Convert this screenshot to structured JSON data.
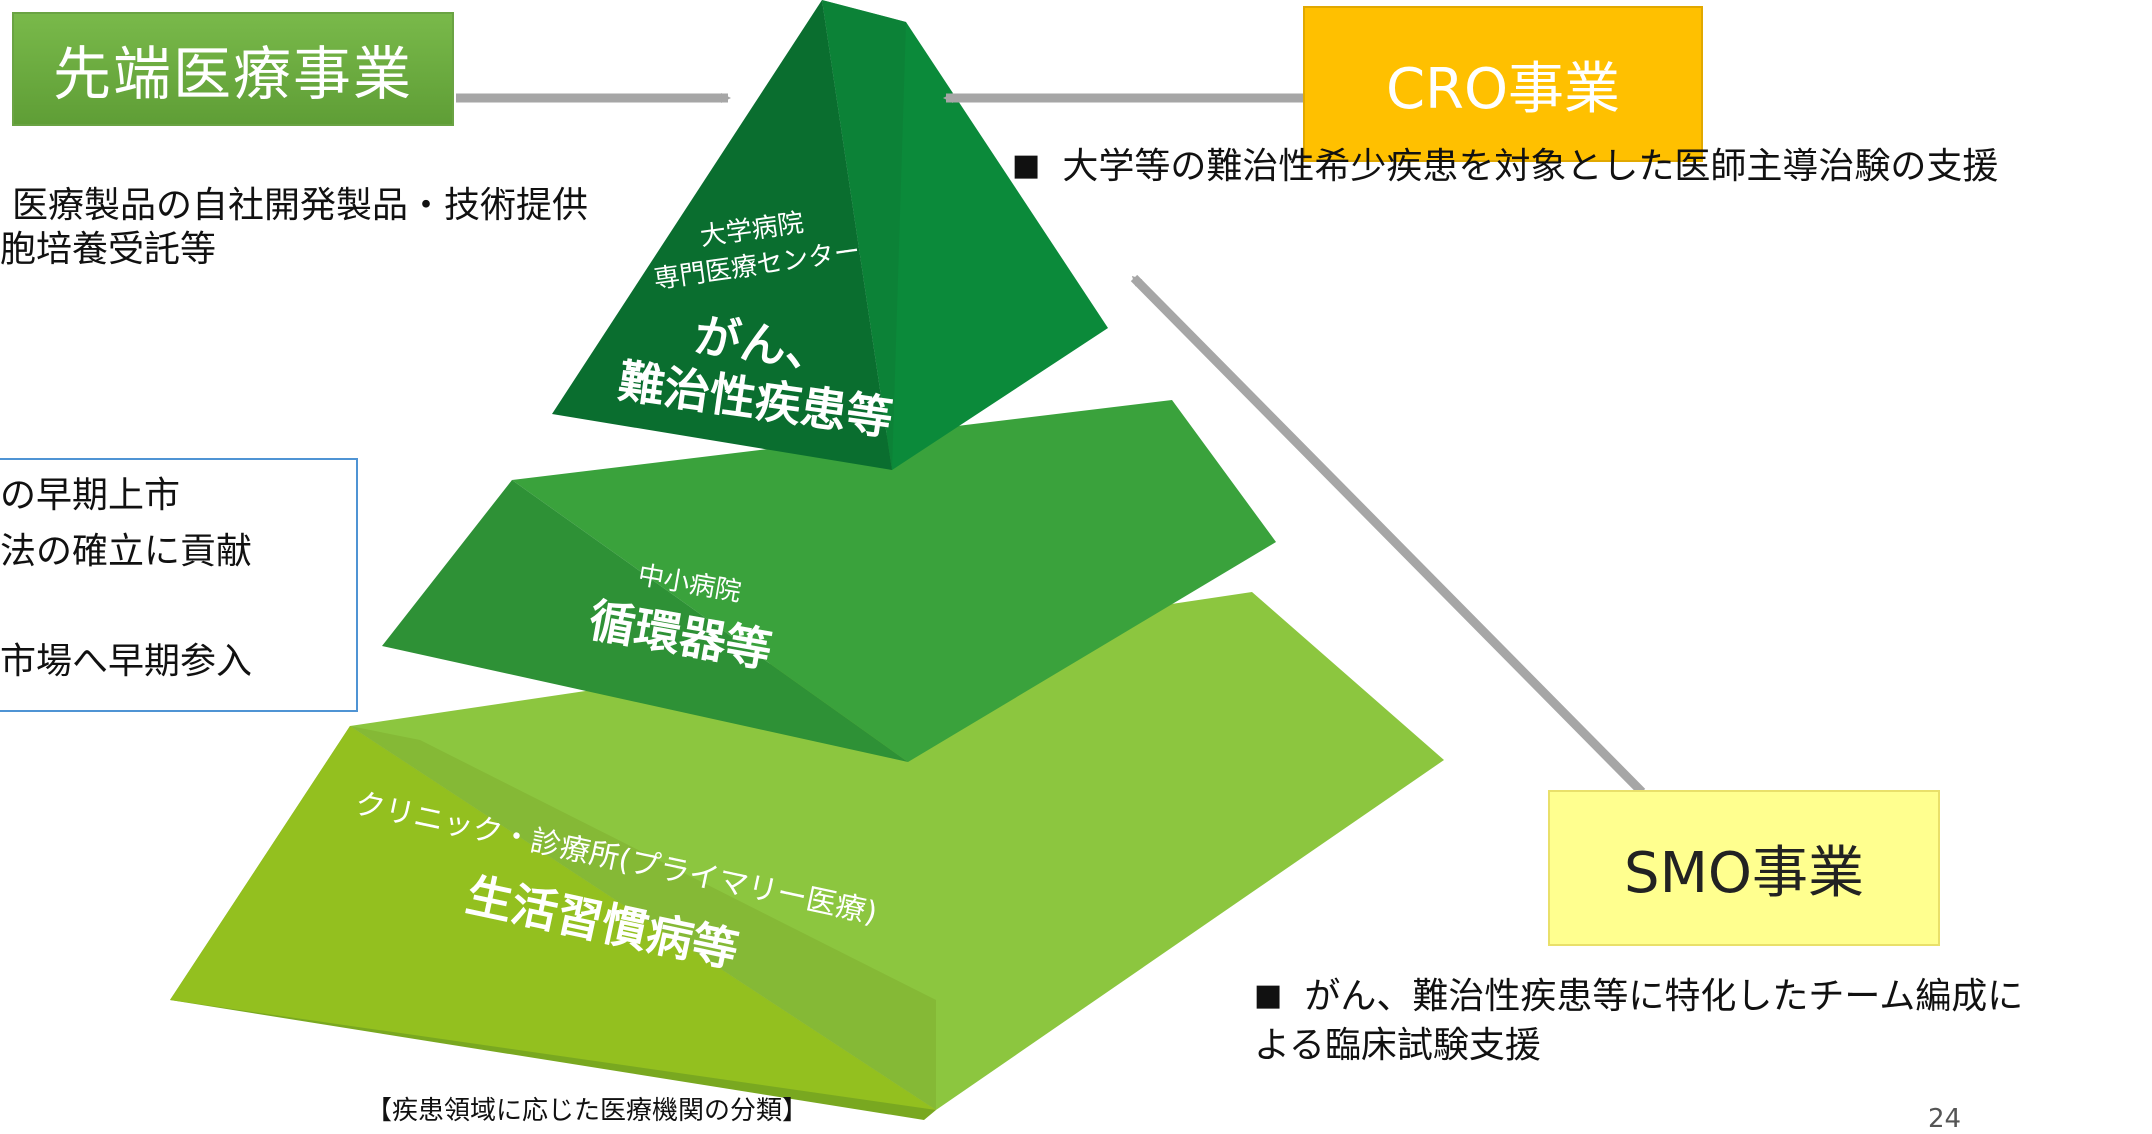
{
  "advanced_medicine": {
    "label": "先端医療事業",
    "bullets": [
      "医療製品の自社開発製品・技術提供",
      "胞培養受託等"
    ]
  },
  "cro": {
    "label": "CRO事業",
    "bullet": "大学等の難治性希少疾患を対象とした医師主導治験の支援"
  },
  "smo": {
    "label": "SMO事業",
    "bullet_lines": [
      "がん、難治性疾患等に特化したチーム編成に",
      "よる臨床試験支援"
    ]
  },
  "benefits_box": {
    "lines": [
      "の早期上市",
      "法の確立に貢献",
      "市場へ早期参入"
    ]
  },
  "pyramid": {
    "top": {
      "small": [
        "大学病院",
        "専門医療センター"
      ],
      "main": [
        "がん、",
        "難治性疾患等"
      ]
    },
    "middle": {
      "small": "中小病院",
      "main": "循環器等"
    },
    "bottom": {
      "small": "クリニック・診療所(プライマリー医療)",
      "main": "生活習慣病等"
    }
  },
  "caption": "【疾患領域に応じた医療機関の分類】",
  "page_number": "24",
  "colors": {
    "top": "#0a7a35",
    "middle": "#2f9a3a",
    "bottom": "#86bb2a",
    "arrow": "#a6a6a6"
  }
}
